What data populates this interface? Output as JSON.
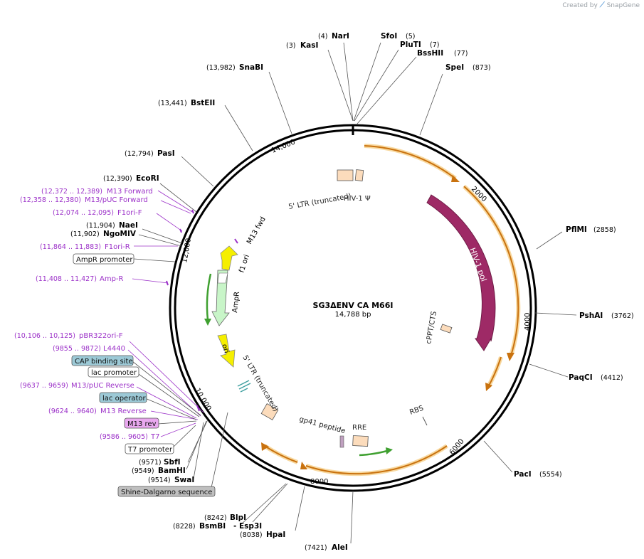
{
  "brand": {
    "created_by": "Created by",
    "app": "SnapGene"
  },
  "plasmid": {
    "name": "SG3ΔENV CA M66I",
    "size": "14,788 bp"
  },
  "ruler": [
    "2000",
    "4000",
    "6000",
    "8000",
    "10,000",
    "12,000",
    "14,000"
  ],
  "sites": [
    {
      "id": "nari",
      "name": "NarI",
      "pos": "(4)"
    },
    {
      "id": "kasi",
      "name": "KasI",
      "pos": "(3)"
    },
    {
      "id": "sfoi",
      "name": "SfoI",
      "pos": "(5)"
    },
    {
      "id": "pluti",
      "name": "PluTI",
      "pos": "(7)"
    },
    {
      "id": "bsshii",
      "name": "BssHII",
      "pos": "(77)"
    },
    {
      "id": "spei",
      "name": "SpeI",
      "pos": "(873)"
    },
    {
      "id": "snabi",
      "name": "SnaBI",
      "pos": "(13,982)"
    },
    {
      "id": "bsteii",
      "name": "BstEII",
      "pos": "(13,441)"
    },
    {
      "id": "pasi",
      "name": "PasI",
      "pos": "(12,794)"
    },
    {
      "id": "ecori",
      "name": "EcoRI",
      "pos": "(12,390)"
    },
    {
      "id": "naei",
      "name": "NaeI",
      "pos": "(11,904)"
    },
    {
      "id": "ngomiv",
      "name": "NgoMIV",
      "pos": "(11,902)"
    },
    {
      "id": "pflmi",
      "name": "PflMI",
      "pos": "(2858)"
    },
    {
      "id": "pshai",
      "name": "PshAI",
      "pos": "(3762)"
    },
    {
      "id": "paqci",
      "name": "PaqCI",
      "pos": "(4412)"
    },
    {
      "id": "paci",
      "name": "PacI",
      "pos": "(5554)"
    },
    {
      "id": "alei",
      "name": "AleI",
      "pos": "(7421)"
    },
    {
      "id": "hpai",
      "name": "HpaI",
      "pos": "(8038)"
    },
    {
      "id": "blpi",
      "name": "BlpI",
      "pos": "(8242)"
    },
    {
      "id": "bsmbi",
      "name": "BsmBI",
      "pos": "(8228)"
    },
    {
      "id": "esp3i",
      "name": "- Esp3I",
      "pos": ""
    },
    {
      "id": "sbfi",
      "name": "SbfI",
      "pos": "(9571)"
    },
    {
      "id": "bamhi",
      "name": "BamHI",
      "pos": "(9549)"
    },
    {
      "id": "swai",
      "name": "SwaI",
      "pos": "(9514)"
    }
  ],
  "primers": [
    {
      "id": "m13fwd",
      "name": "M13 Forward",
      "pos": "(12,372 .. 12,389)"
    },
    {
      "id": "m13pucfwd",
      "name": "M13/pUC Forward",
      "pos": "(12,358 .. 12,380)"
    },
    {
      "id": "f1orif",
      "name": "F1ori-F",
      "pos": "(12,074 .. 12,095)"
    },
    {
      "id": "f1orir",
      "name": "F1ori-R",
      "pos": "(11,864 .. 11,883)"
    },
    {
      "id": "ampr_p",
      "name": "Amp-R",
      "pos": "(11,408 .. 11,427)"
    },
    {
      "id": "pbr322",
      "name": "pBR322ori-F",
      "pos": "(10,106 .. 10,125)"
    },
    {
      "id": "l4440",
      "name": "L4440",
      "pos": "(9855 .. 9872)"
    },
    {
      "id": "m13pucrev",
      "name": "M13/pUC Reverse",
      "pos": "(9637 .. 9659)"
    },
    {
      "id": "m13rev",
      "name": "M13 Reverse",
      "pos": "(9624 .. 9640)"
    },
    {
      "id": "t7",
      "name": "T7",
      "pos": "(9586 .. 9605)"
    }
  ],
  "boxed": [
    {
      "id": "amprpromoter",
      "name": "AmpR promoter"
    },
    {
      "id": "cap",
      "name": "CAP binding site"
    },
    {
      "id": "lacprom",
      "name": "lac promoter"
    },
    {
      "id": "lacop",
      "name": "lac operator"
    },
    {
      "id": "m13revbox",
      "name": "M13 rev"
    },
    {
      "id": "t7prom",
      "name": "T7 promoter"
    },
    {
      "id": "shine",
      "name": "Shine-Dalgarno sequence"
    }
  ],
  "features": {
    "ltr5_top": "5' LTR (truncated)",
    "hiv1": "HIV-1 Ψ",
    "hiv1pol": "HIV-1 pol",
    "cppt": "cPPT/CTS",
    "rbs": "RBS",
    "gp41": "gp41 peptide",
    "rre": "RRE",
    "ltr5_bottom": "5' LTR (truncated)",
    "ori": "ori",
    "ampr": "AmpR",
    "f1ori": "f1 ori",
    "m13fwd": "M13 fwd"
  },
  "colors": {
    "enzyme": "#000000",
    "primer": "#9b30c8",
    "hivpol": "#9e2a66",
    "orange_orf": "#c9720f",
    "orf_glow": "#f8d9a0",
    "green_orf": "#3fa030",
    "ori": "#f5ef00",
    "ampr": "#c8f5c8",
    "f1ori": "#f5ef00",
    "ltr": "#fcdcbc",
    "cap_fill": "#9cc9d6",
    "lacop_fill": "#9cc9d6",
    "m13rev_fill": "#e9a8ef",
    "shine_fill": "#bfbfbf"
  }
}
